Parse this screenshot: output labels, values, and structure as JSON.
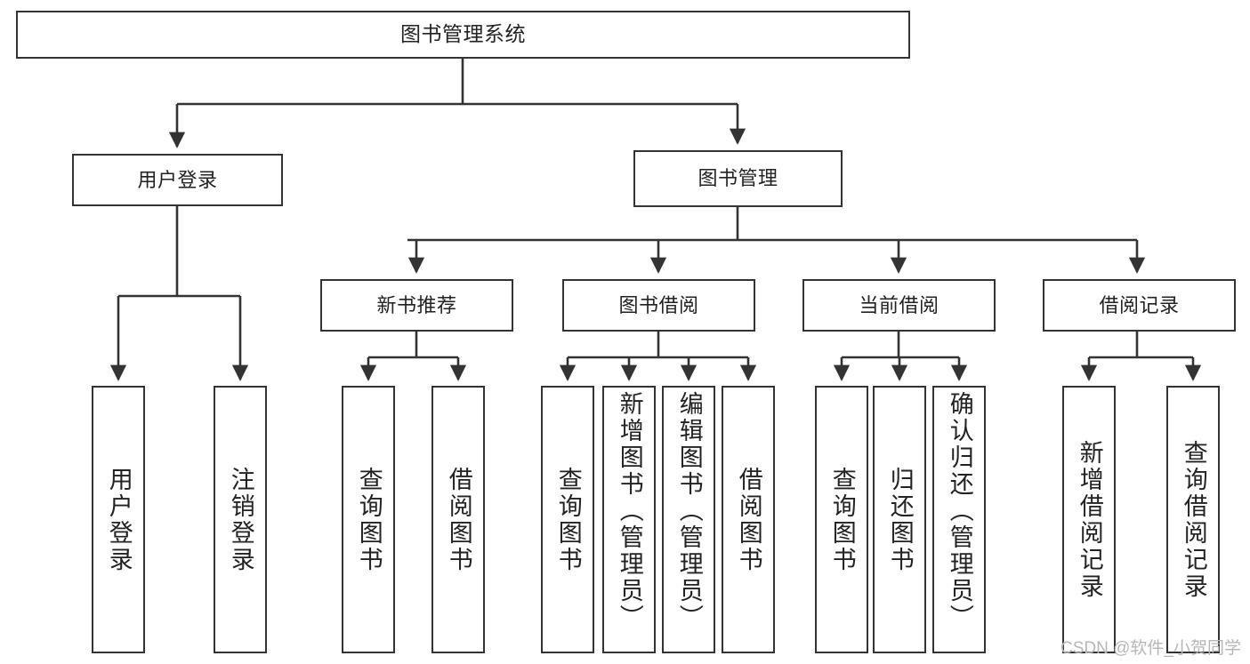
{
  "diagram": {
    "title": "图书管理系统",
    "type": "tree",
    "colors": {
      "background": "#ffffff",
      "box_border": "#333333",
      "box_fill": "#ffffff",
      "connector": "#333333",
      "text": "#222222",
      "watermark": "#b6b6b6"
    },
    "watermark": "CSDN @软件_小贺同学",
    "root": {
      "label": "图书管理系统"
    },
    "level1": [
      {
        "label": "用户登录"
      },
      {
        "label": "图书管理"
      }
    ],
    "level2": [
      {
        "label": "新书推荐"
      },
      {
        "label": "图书借阅"
      },
      {
        "label": "当前借阅"
      },
      {
        "label": "借阅记录"
      }
    ],
    "leaves": {
      "user_login": [
        {
          "label": "用户登录"
        },
        {
          "label": "注销登录"
        }
      ],
      "new_book_recommend": [
        {
          "label": "查询图书"
        },
        {
          "label": "借阅图书"
        }
      ],
      "book_borrow": [
        {
          "label": "查询图书"
        },
        {
          "label": "新增图书（管理员）"
        },
        {
          "label": "编辑图书（管理员）"
        },
        {
          "label": "借阅图书"
        }
      ],
      "current_borrow": [
        {
          "label": "查询图书"
        },
        {
          "label": "归还图书"
        },
        {
          "label": "确认归还（管理员）"
        }
      ],
      "borrow_record": [
        {
          "label": "新增借阅记录"
        },
        {
          "label": "查询借阅记录"
        }
      ]
    }
  }
}
